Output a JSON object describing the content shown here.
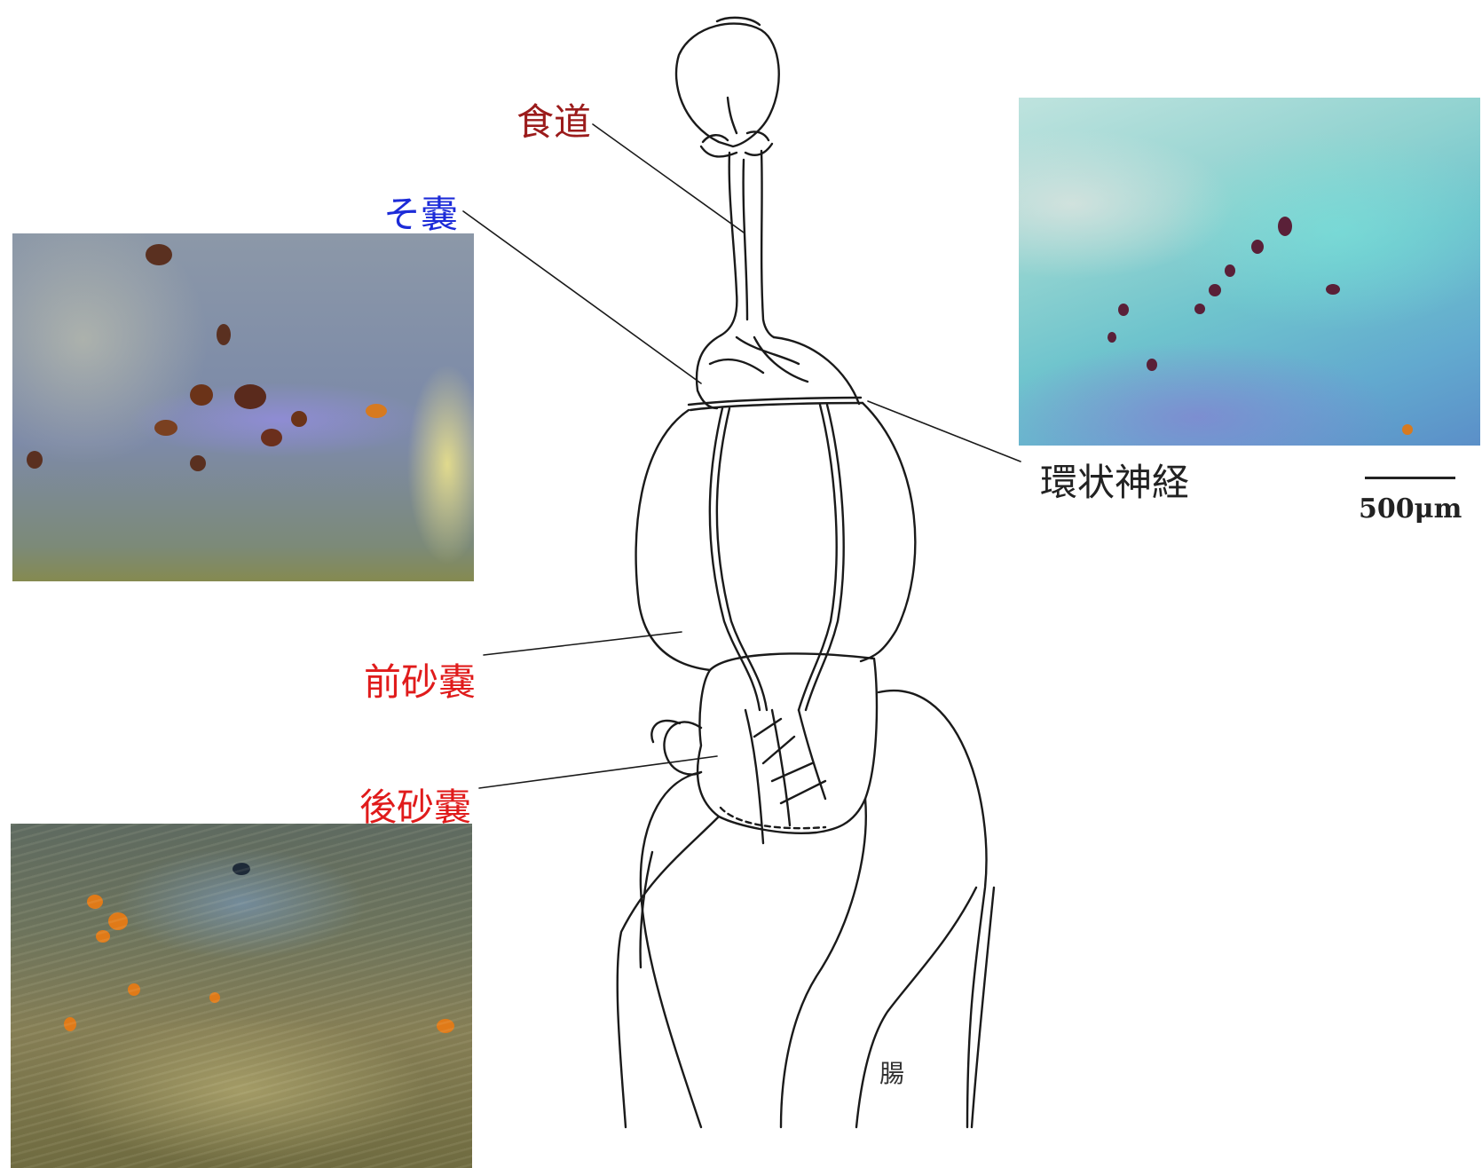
{
  "labels": {
    "esophagus": "食道",
    "crop": "そ嚢",
    "ring_nerve": "環状神経",
    "front_gizzard": "前砂嚢",
    "rear_gizzard": "後砂嚢",
    "intestine": "腸"
  },
  "scale_bar": {
    "label": "500μm"
  },
  "colors": {
    "esophagus_label": "#9b1b1b",
    "crop_label": "#1c2bd8",
    "gizzard_labels": "#e01b1b",
    "ring_nerve_label": "#222222",
    "line_art": "#1a1a1a"
  }
}
